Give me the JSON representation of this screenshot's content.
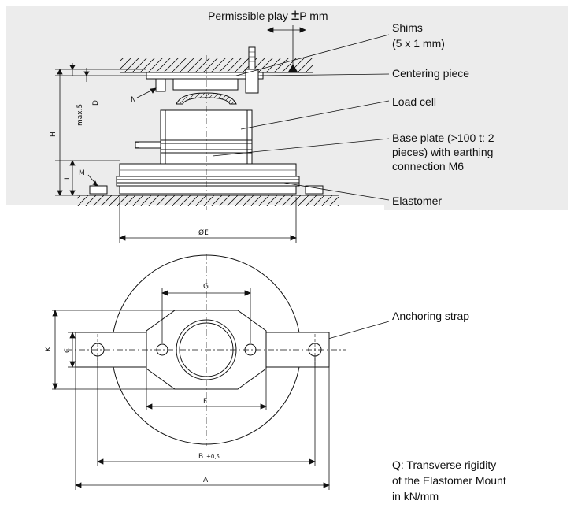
{
  "top_labels": {
    "permissible_play_prefix": "Permissible play ",
    "permissible_play_symbol": "±",
    "permissible_play_suffix": "P mm",
    "shims_1": "Shims",
    "shims_2": "(5 x 1 mm)",
    "centering": "Centering piece",
    "load_cell": "Load cell",
    "base_1": "Base plate (>100 t: 2",
    "base_2": "pieces) with earthing",
    "base_3": "connection M6",
    "elastomer": "Elastomer"
  },
  "dims_side": {
    "N": "N",
    "D": "D",
    "max5": "max.5",
    "H": "H",
    "L": "L",
    "M": "M",
    "E": "ØE"
  },
  "dims_plan": {
    "G": "G",
    "K": "K",
    "C": "C",
    "F": "F",
    "B": "B",
    "B_tol": "±0,5",
    "A": "A",
    "strap": "Anchoring strap"
  },
  "note": {
    "line1": "Q: Transverse rigidity",
    "line2": "of the Elastomer Mount",
    "line3": "in kN/mm"
  },
  "colors": {
    "panel": "#ececec",
    "ink": "#111111"
  }
}
